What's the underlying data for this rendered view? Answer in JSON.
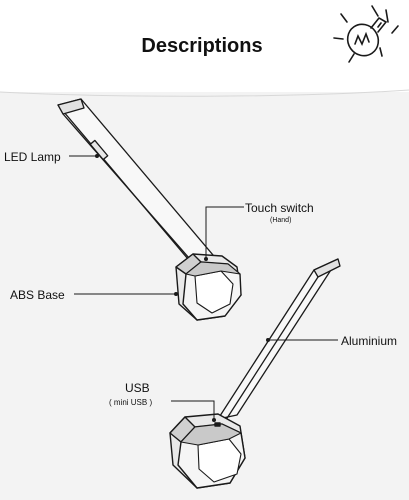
{
  "header": {
    "title": "Descriptions"
  },
  "icons": {
    "bulb": "lightbulb-icon"
  },
  "labels": {
    "led_lamp": "LED Lamp",
    "touch_switch": "Touch switch",
    "touch_switch_sub": "(Hand)",
    "abs_base": "ABS Base",
    "aluminium": "Aluminium",
    "usb": "USB",
    "usb_sub": "( mini USB )"
  },
  "colors": {
    "panel_bg": "#f3f3f3",
    "line": "#1a1a1a",
    "text": "#111111"
  }
}
